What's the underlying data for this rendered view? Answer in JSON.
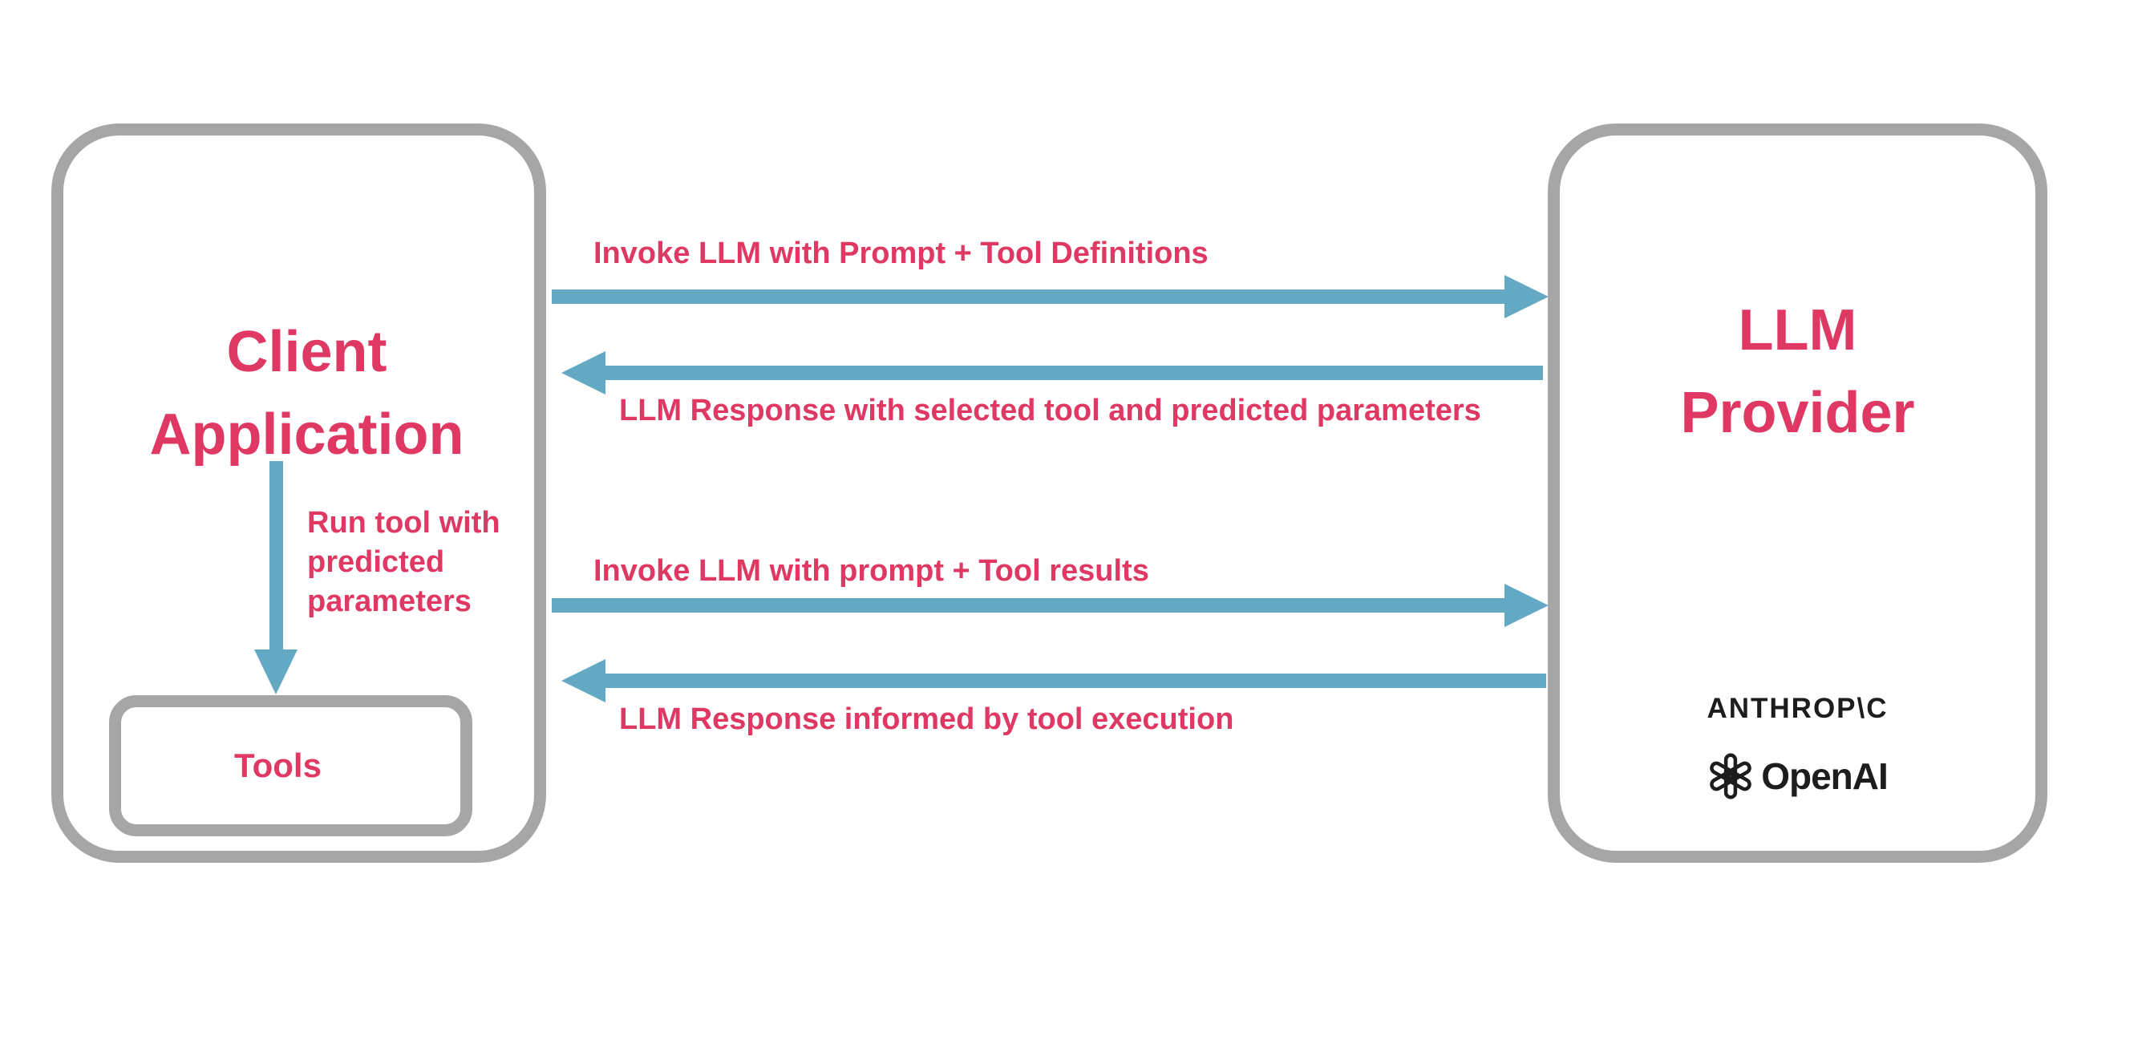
{
  "colors": {
    "accent_pink": "#de3863",
    "arrow_blue": "#64a9c3",
    "border_gray": "#a6a6a6",
    "logo_black": "#1d1d1d"
  },
  "client_box": {
    "title_line1": "Client",
    "title_line2": "Application",
    "run_tool_note": "Run tool with\npredicted\nparameters",
    "tools_label": "Tools"
  },
  "llm_box": {
    "title_line1": "LLM",
    "title_line2": "Provider",
    "providers": {
      "anthropic_wordmark": "ANTHROP\\C",
      "openai_wordmark": "OpenAI"
    }
  },
  "arrows": [
    {
      "direction": "right",
      "label": "Invoke LLM with Prompt + Tool Definitions"
    },
    {
      "direction": "left",
      "label": "LLM Response with selected tool and predicted parameters"
    },
    {
      "direction": "right",
      "label": "Invoke LLM with prompt + Tool results"
    },
    {
      "direction": "left",
      "label": "LLM Response informed by tool execution"
    }
  ]
}
